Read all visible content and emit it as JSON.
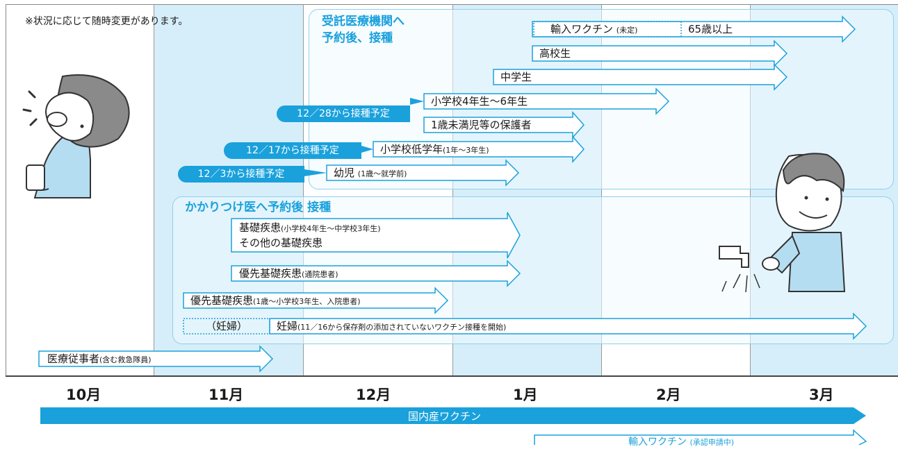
{
  "colors": {
    "accent": "#1aa1dc",
    "band": "#d6eef9",
    "bar_border": "#1aa1dc",
    "box_border": "#8fd0ec",
    "skin": "#ffffff",
    "shirt": "#b5ddf2",
    "hair": "#7a7a7a"
  },
  "note": "※状況に応じて随時変更があります。",
  "sections": {
    "upper_title_1": "受託医療機関へ",
    "upper_title_2": "予約後、接種",
    "lower_title": "かかりつけ医へ予約後 接種"
  },
  "bars": {
    "imported_pending": "輸入ワクチン",
    "imported_pending_note": "(未定)",
    "age65": "65歳以上",
    "high_school": "高校生",
    "middle_school": "中学生",
    "elem_upper": "小学校4年生〜6年生",
    "infant_guardian": "1歳未満児等の保護者",
    "elem_lower": "小学校低学年",
    "elem_lower_note": "(1年〜3年生)",
    "toddler": "幼児",
    "toddler_note": "(1歳〜就学前)",
    "chronic_main": "基礎疾患",
    "chronic_main_note": "(小学校4年生〜中学校3年生)",
    "chronic_other": "その他の基礎疾患",
    "priority_outpatient": "優先基礎疾患",
    "priority_outpatient_note": "(通院患者)",
    "priority_inpatient": "優先基礎疾患",
    "priority_inpatient_note": "(1歳〜小学校3年生、入院患者)",
    "pregnant_pre": "（妊婦）",
    "pregnant": "妊婦",
    "pregnant_note": "(11／16から保存剤の添加されていないワクチン接種を開始)",
    "medical_staff": "医療従事者",
    "medical_staff_note": "(含む救急隊員)"
  },
  "pills": {
    "dec28": "12／28から接種予定",
    "dec17": "12／17から接種予定",
    "dec3": "12／3から接種予定"
  },
  "months": [
    "10月",
    "11月",
    "12月",
    "1月",
    "2月",
    "3月"
  ],
  "bottom": {
    "domestic": "国内産ワクチン",
    "imported": "輸入ワクチン",
    "imported_note": "(承認申請中)"
  }
}
